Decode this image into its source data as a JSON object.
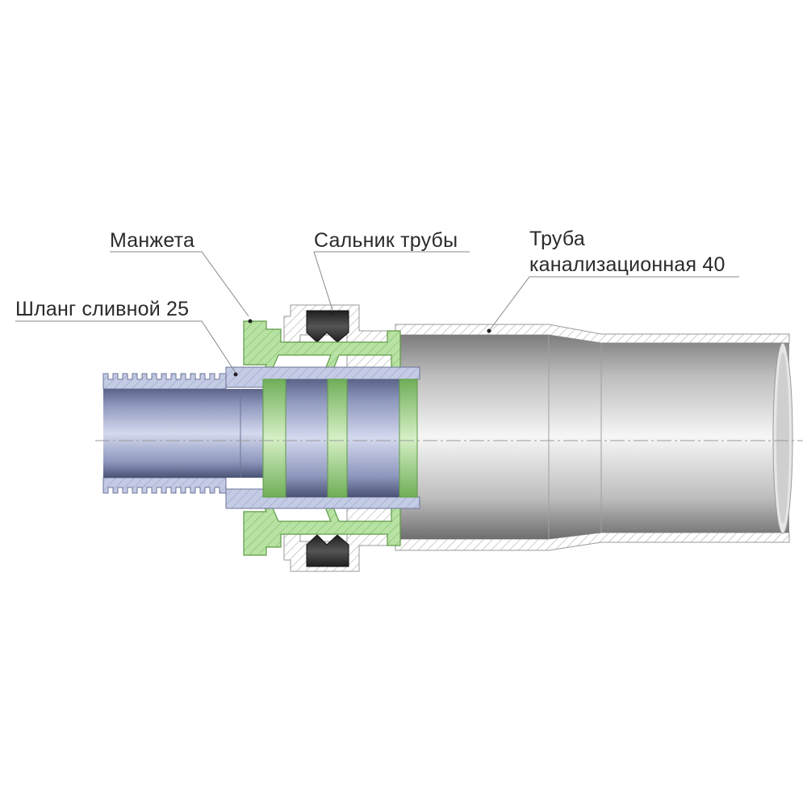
{
  "labels": {
    "cuff": "Манжета",
    "pipe_seal": "Сальник трубы",
    "sewer_pipe_line1": "Труба",
    "sewer_pipe_line2": "канализационная 40",
    "drain_hose": "Шланг сливной 25"
  },
  "colors": {
    "background": "#ffffff",
    "label_text": "#2b2b2b",
    "leader_line": "#8a8a8a",
    "cuff_green": "#a9d98f",
    "cuff_green_dark": "#6fae58",
    "hose_blue": "#9aa3c6",
    "hose_dark": "#4a5275",
    "pipe_gray": "#d8d8d8",
    "hatch": "#b8b8b8",
    "seal_black": "#2c2c2c"
  }
}
